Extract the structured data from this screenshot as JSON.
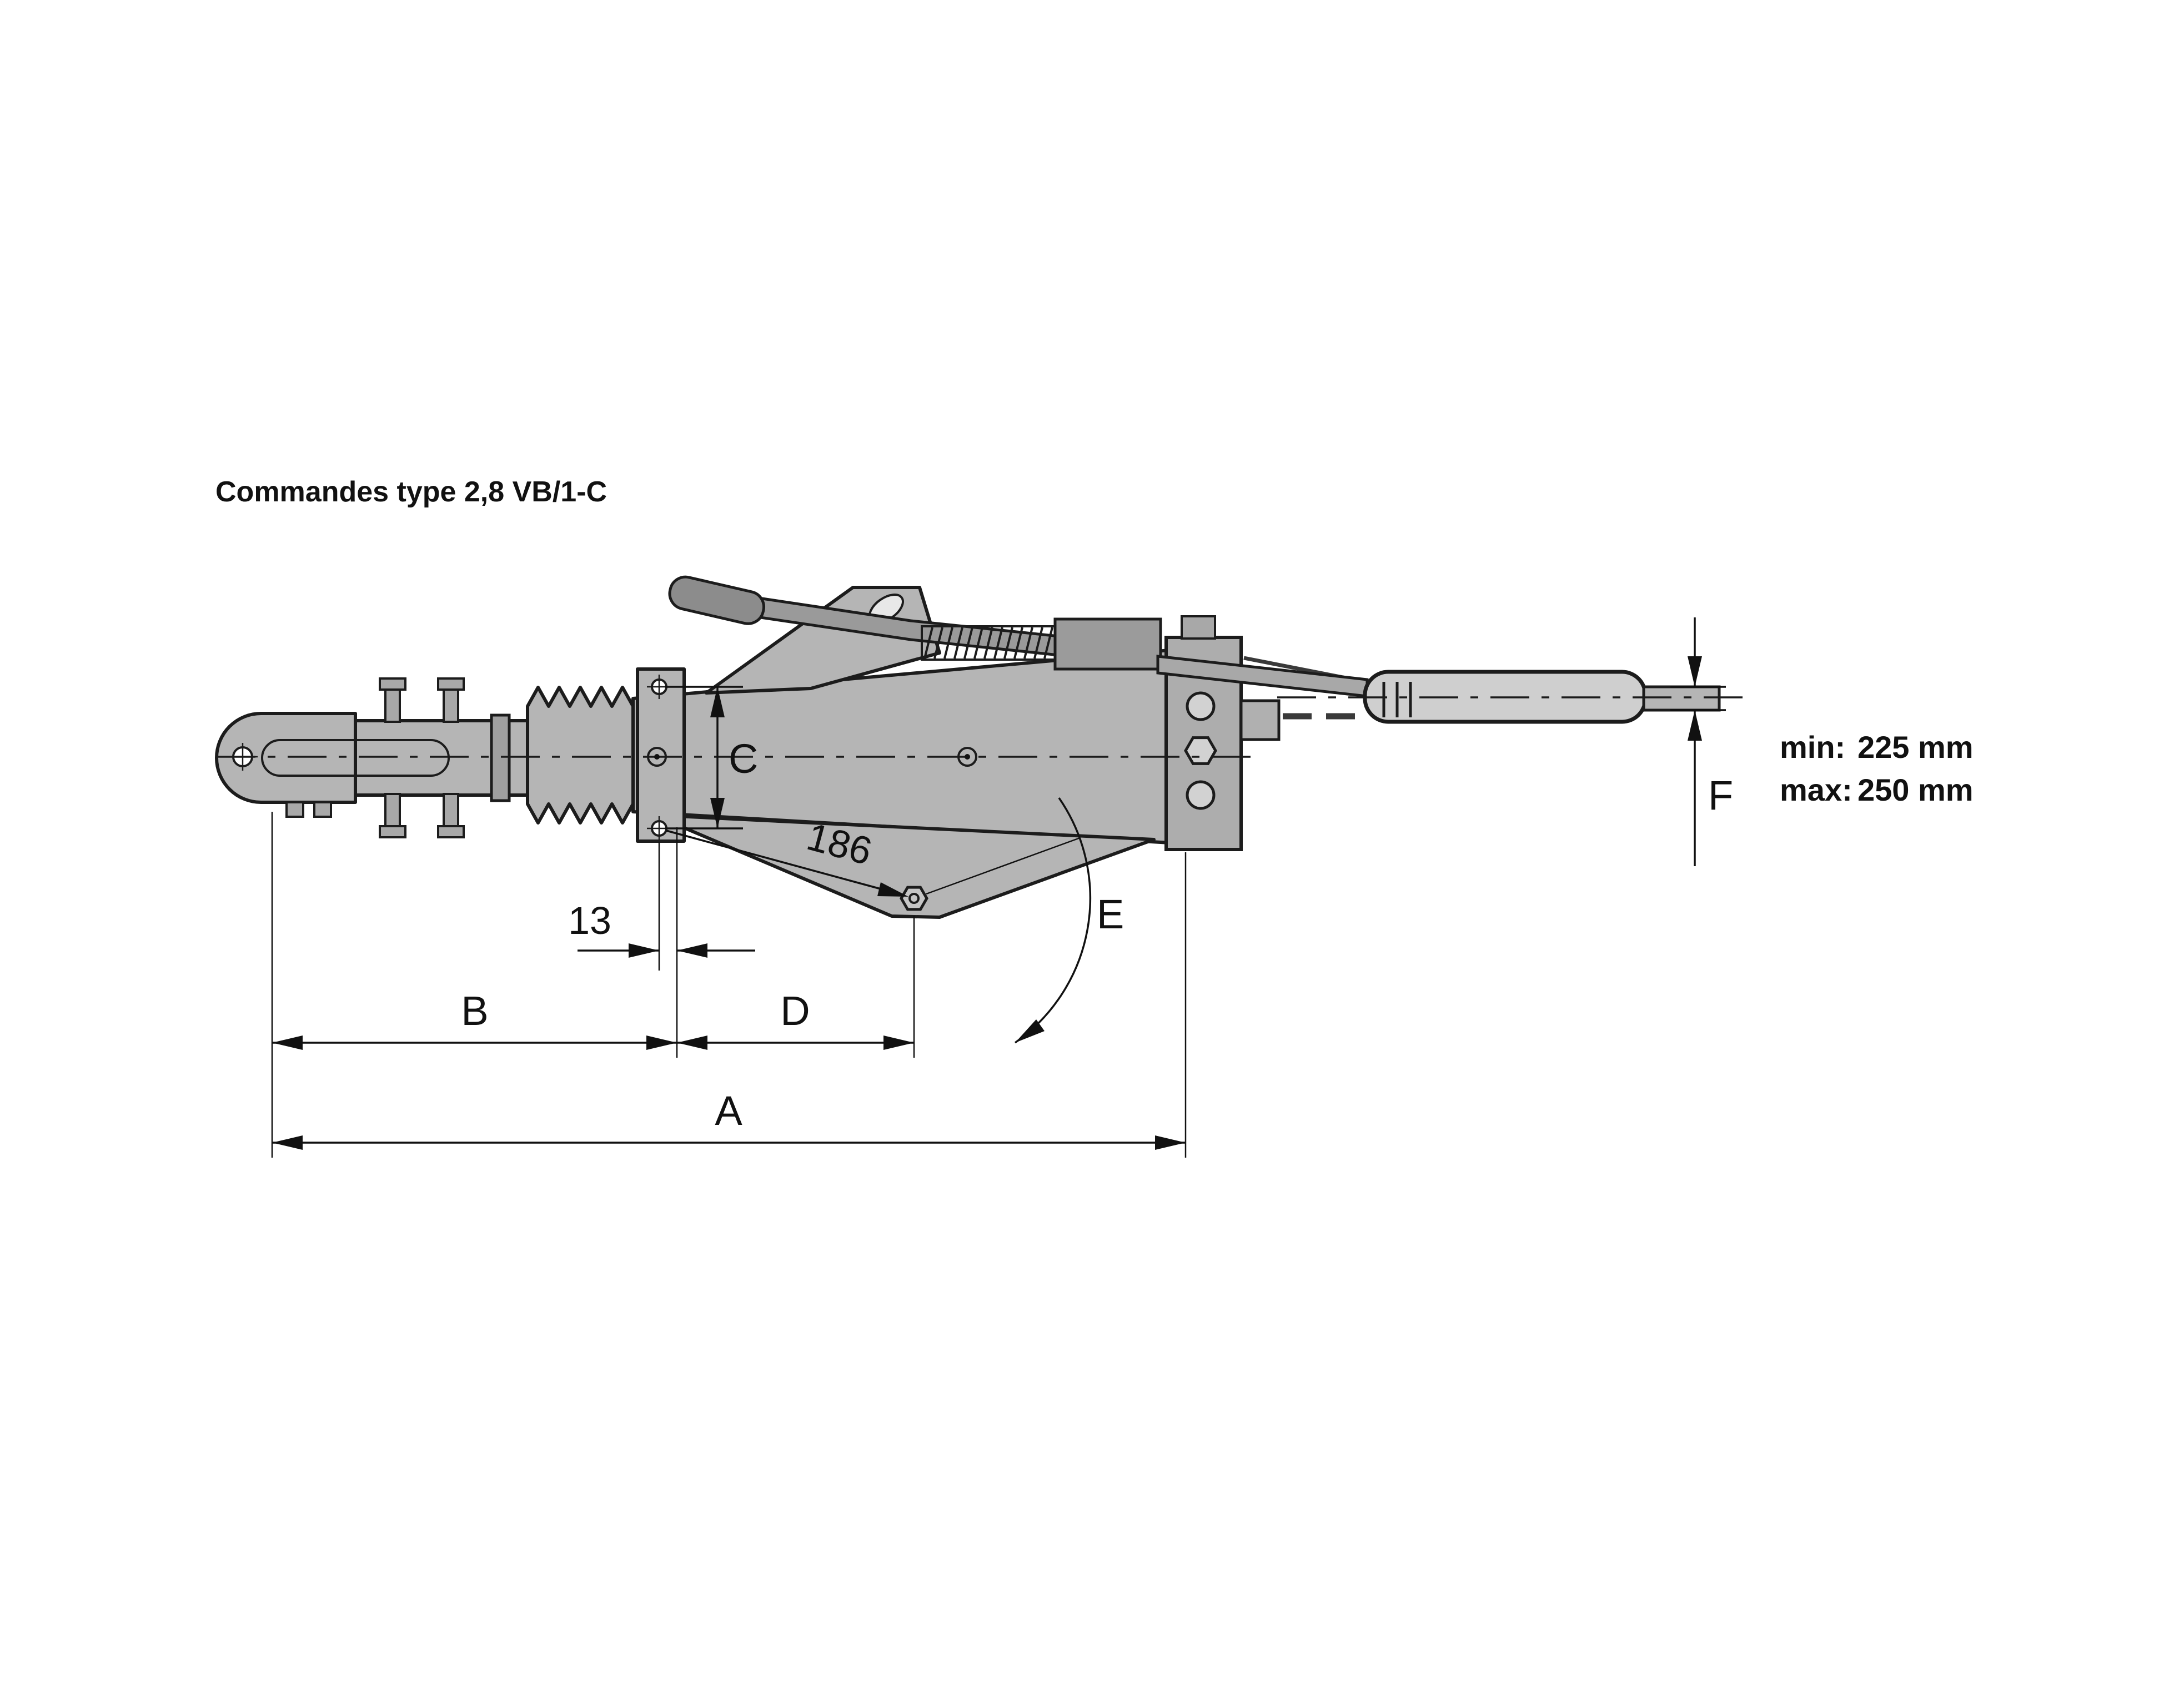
{
  "diagram": {
    "title": "Commandes type 2,8 VB/1-C",
    "dimensions": {
      "A": "A",
      "B": "B",
      "C": "C",
      "D": "D",
      "E": "E",
      "F": "F",
      "hole_offset": "13",
      "bolt_distance": "186"
    },
    "notes": {
      "min_label": "min:",
      "min_value": "225 mm",
      "max_label": "max:",
      "max_value": "250 mm"
    },
    "colors": {
      "background": "#ffffff",
      "outline": "#1c1c1c",
      "body_fill": "#b5b5b5",
      "dimension_color": "#111111"
    }
  }
}
